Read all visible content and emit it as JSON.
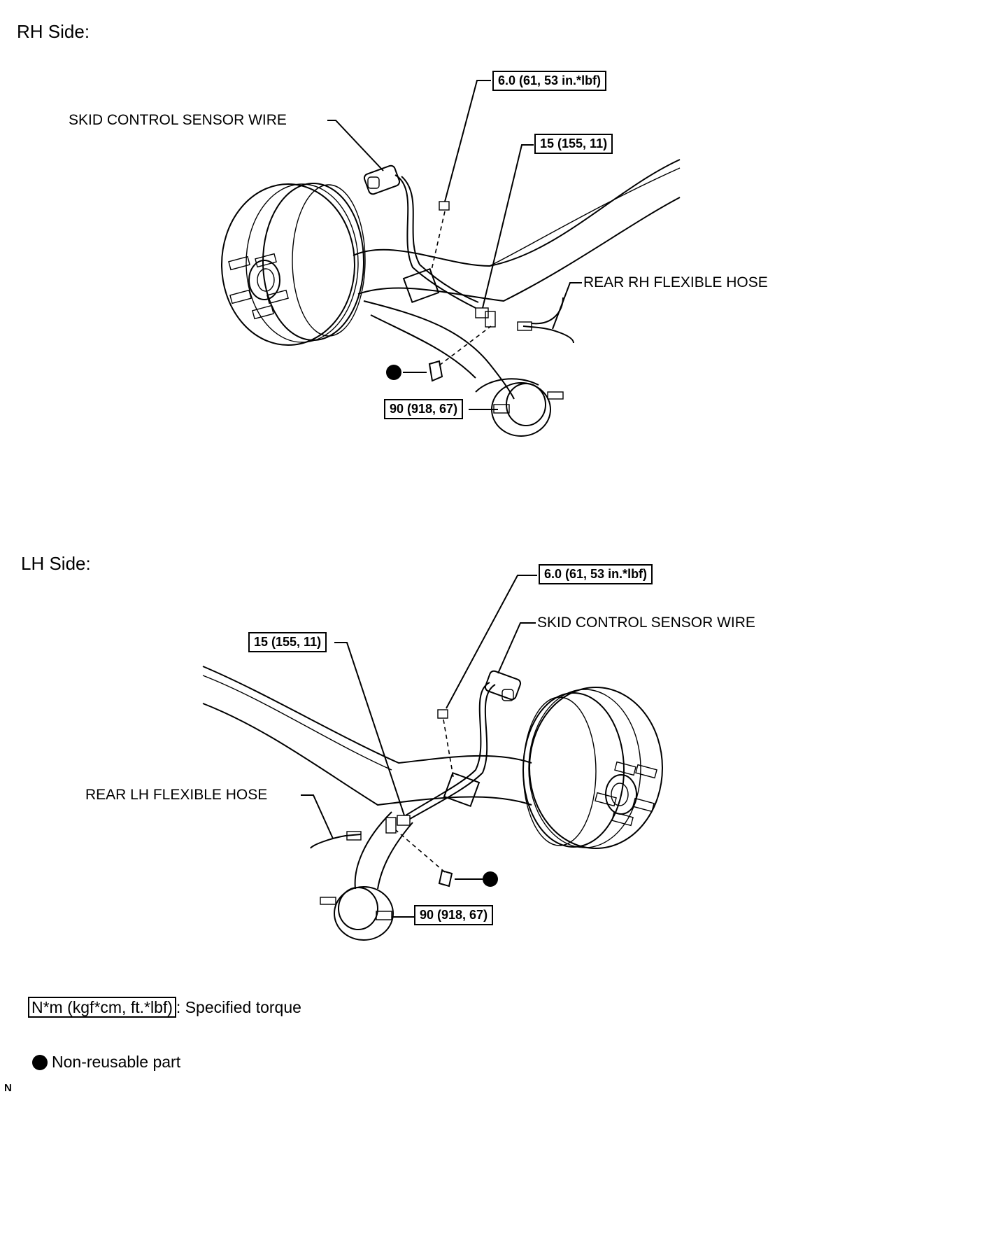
{
  "rh": {
    "title": "RH Side:",
    "labels": {
      "sensor_wire": "SKID CONTROL SENSOR WIRE",
      "flex_hose": "REAR RH FLEXIBLE HOSE"
    },
    "torques": {
      "bolt": "6.0 (61, 53 in.*lbf)",
      "union": "15 (155, 11)",
      "nut": "90 (918, 67)"
    }
  },
  "lh": {
    "title": "LH Side:",
    "labels": {
      "sensor_wire": "SKID CONTROL SENSOR WIRE",
      "flex_hose": "REAR LH FLEXIBLE HOSE"
    },
    "torques": {
      "bolt": "6.0 (61, 53 in.*lbf)",
      "union": "15 (155, 11)",
      "nut": "90 (918, 67)"
    }
  },
  "legend": {
    "torque_unit": "N*m (kgf*cm, ft.*lbf)",
    "torque_desc": ": Specified torque",
    "nonreusable": "Non-reusable part"
  },
  "corner_code": "N"
}
